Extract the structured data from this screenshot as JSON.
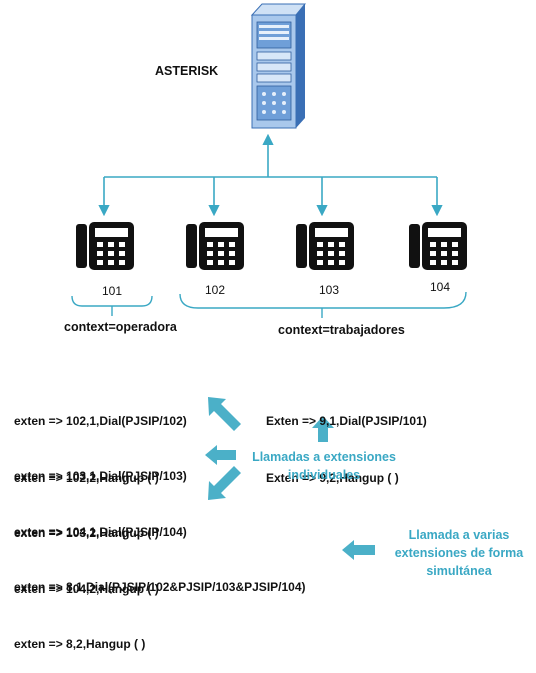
{
  "diagram": {
    "server_label": "ASTERISK",
    "extensions": [
      "101",
      "102",
      "103",
      "104"
    ],
    "contexts": {
      "operadora": "context=operadora",
      "trabajadores": "context=trabajadores"
    },
    "dialplan_101": [
      "Exten => 9,1,Dial(PJSIP/101)",
      "Exten => 9,2,Hangup ( )"
    ],
    "dialplan_102": [
      "exten => 102,1,Dial(PJSIP/102)",
      "exten => 102,2,Hangup ( )"
    ],
    "dialplan_103": [
      "exten => 103,1,Dial(PJSIP/103)",
      "exten => 103,2,Hangup ( )"
    ],
    "dialplan_104": [
      "exten => 104,1,Dial(PJSIP/104)",
      "exten => 104,2,Hangup ( )"
    ],
    "dialplan_group": [
      "exten => 8,1,Dial(PJSIP/102&PJSIP/103&PJSIP/104)",
      "exten => 8,2,Hangup ( )"
    ],
    "note_individual": "Llamadas a extensiones individuales",
    "note_individual_lines": [
      "Llamadas a extensiones",
      "individuales"
    ],
    "note_group_lines": [
      "Llamada a varias",
      "extensiones de forma",
      "simultánea"
    ],
    "colors": {
      "line": "#3aa8c4",
      "arrow": "#4bb0c8",
      "server_light": "#a9c8ec",
      "server_dark": "#3a6fb5",
      "phone": "#111111"
    }
  }
}
